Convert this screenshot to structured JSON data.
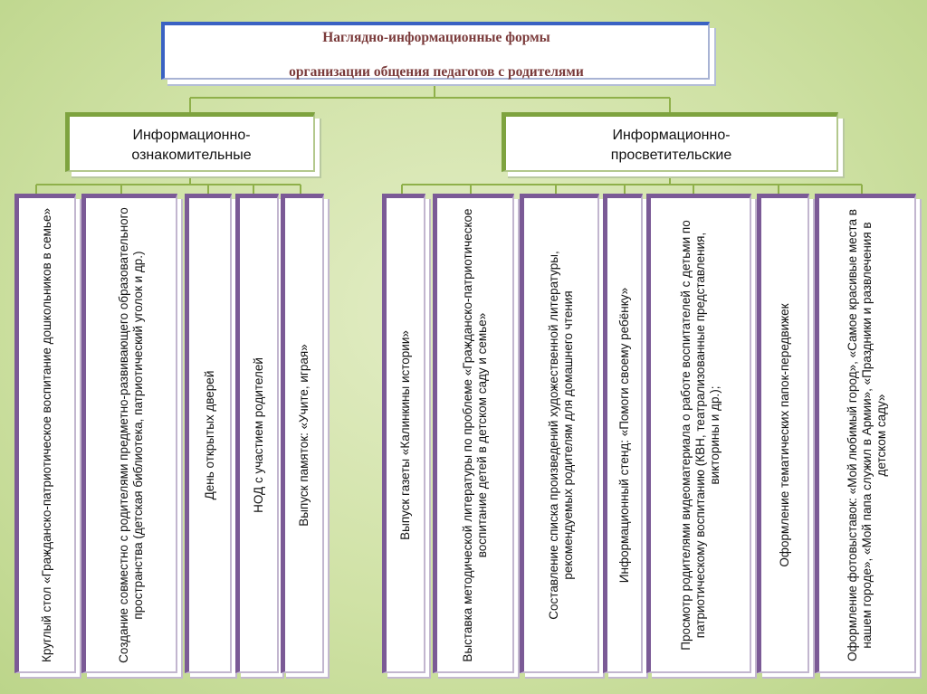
{
  "title": {
    "line1": "Наглядно-информационные формы",
    "line2": "организации общения педагогов с родителями"
  },
  "categories": [
    {
      "label_line1": "Информационно-",
      "label_line2": "ознакомительные",
      "items": [
        "Круглый стол «Гражданско-патриотическое воспитание дошкольников в семье»",
        "Создание совместно с родителями предметно-развивающего образовательного пространства (детская библиотека, патриотический уголок и др.)",
        "День открытых дверей",
        "НОД с участием родителей",
        "Выпуск памяток: «Учите, играя»"
      ]
    },
    {
      "label_line1": "Информационно-",
      "label_line2": "просветительские",
      "items": [
        "Выпуск газеты «Калинкины истории»",
        "Выставка методической литературы по проблеме «Гражданско-патриотическое воспитание детей в детском саду и семье»",
        "Составление списка произведений художественной литературы, рекомендуемых родителям для домашнего чтения",
        "Информационный стенд: «Помоги своему ребёнку»",
        "Просмотр родителями видеоматериала о работе воспитателей с детьми по патриотическому воспитанию (КВН, театрализованные представления, викторины и др.);",
        "Оформление тематических папок-передвижек",
        "Оформление фотовыставок: «Мой любимый город», «Самое красивые места в нашем городе», «Мой папа служил в Армии», «Праздники и развлечения в детском саду»"
      ]
    }
  ]
}
